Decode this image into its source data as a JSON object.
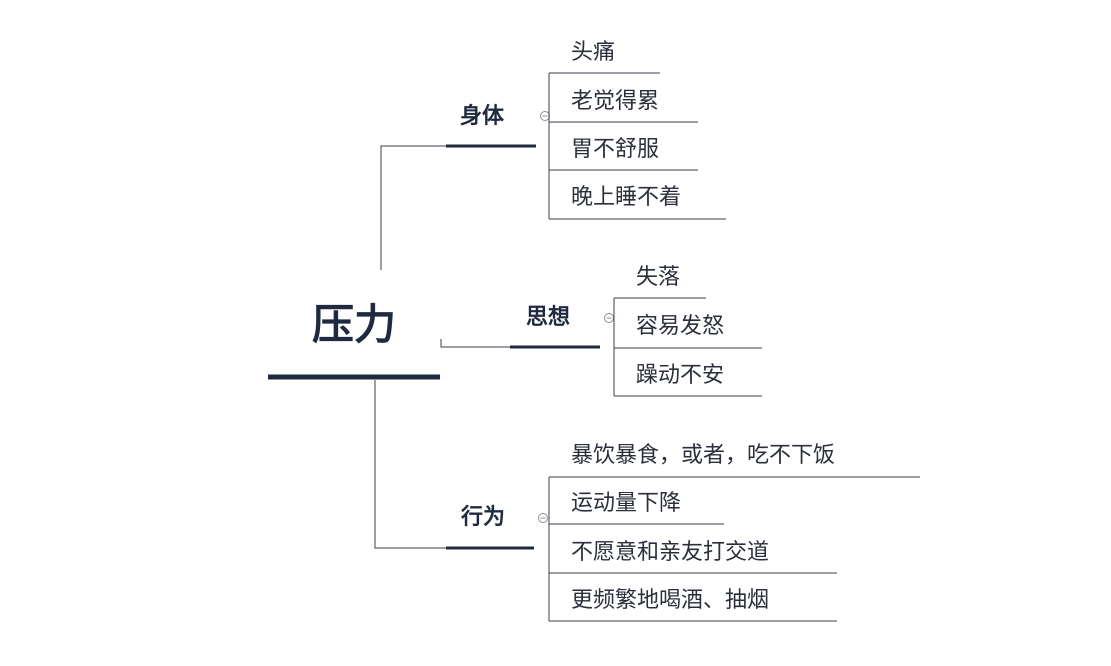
{
  "root": {
    "label": "压力"
  },
  "branches": [
    {
      "label": "身体",
      "leaves": [
        "头痛",
        "老觉得累",
        "胃不舒服",
        "晚上睡不着"
      ]
    },
    {
      "label": "思想",
      "leaves": [
        "失落",
        "容易发怒",
        "躁动不安"
      ]
    },
    {
      "label": "行为",
      "leaves": [
        "暴饮暴食，或者，吃不下饭",
        "运动量下降",
        "不愿意和亲友打交道",
        "更频繁地喝酒、抽烟"
      ]
    }
  ],
  "colors": {
    "line": "#3a3f4a",
    "underline": "#1f2a40",
    "text": "#1f2a40"
  }
}
